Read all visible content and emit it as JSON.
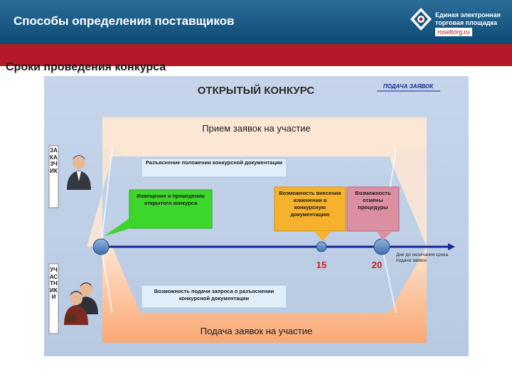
{
  "header": {
    "title": "Способы определения поставщиков"
  },
  "logo": {
    "line1": "Единая электронная",
    "line2": "торговая площадка",
    "url": "roseltorg.ru"
  },
  "subtitle": "Сроки проведения конкурса",
  "diagram": {
    "title": "ОТКРЫТЫЙ КОНКУРС",
    "corner_label": "ПОДАЧА ЗАЯВОК",
    "top_band": "Прием заявок на участие",
    "bottom_band": "Подача заявок на участие",
    "customer_vertical": "ЗАКАЗЧИК",
    "participants_vertical": "УЧАСТНИКИ",
    "box_clarification": "Разъяснение положении конкурсной документации",
    "box_notice": "Извещение о проведении открытого конкурса",
    "box_changes": "Возможность внесения изменении в конкурсную документацию",
    "box_cancel": "Возможность отмены процедуры",
    "box_request": "Возможность подачи запроса о разъяснении конкурсной документации",
    "marker_15": "15",
    "marker_20": "20",
    "axis_label": "Дни до окончания срока подачи заявок"
  },
  "colors": {
    "header_blue": "#17587f",
    "red_bar": "#b3192a",
    "background": "#bfd0e6",
    "band": "#fce7d5",
    "bottom_band": "#fbb98f",
    "notice_green": "#3dd62b",
    "changes_orange": "#f6b12d",
    "cancel_pink": "#dc8fa0",
    "info_box": "#dfeef9",
    "timeline": "#13279a",
    "marker_red": "#cc1f1f"
  }
}
